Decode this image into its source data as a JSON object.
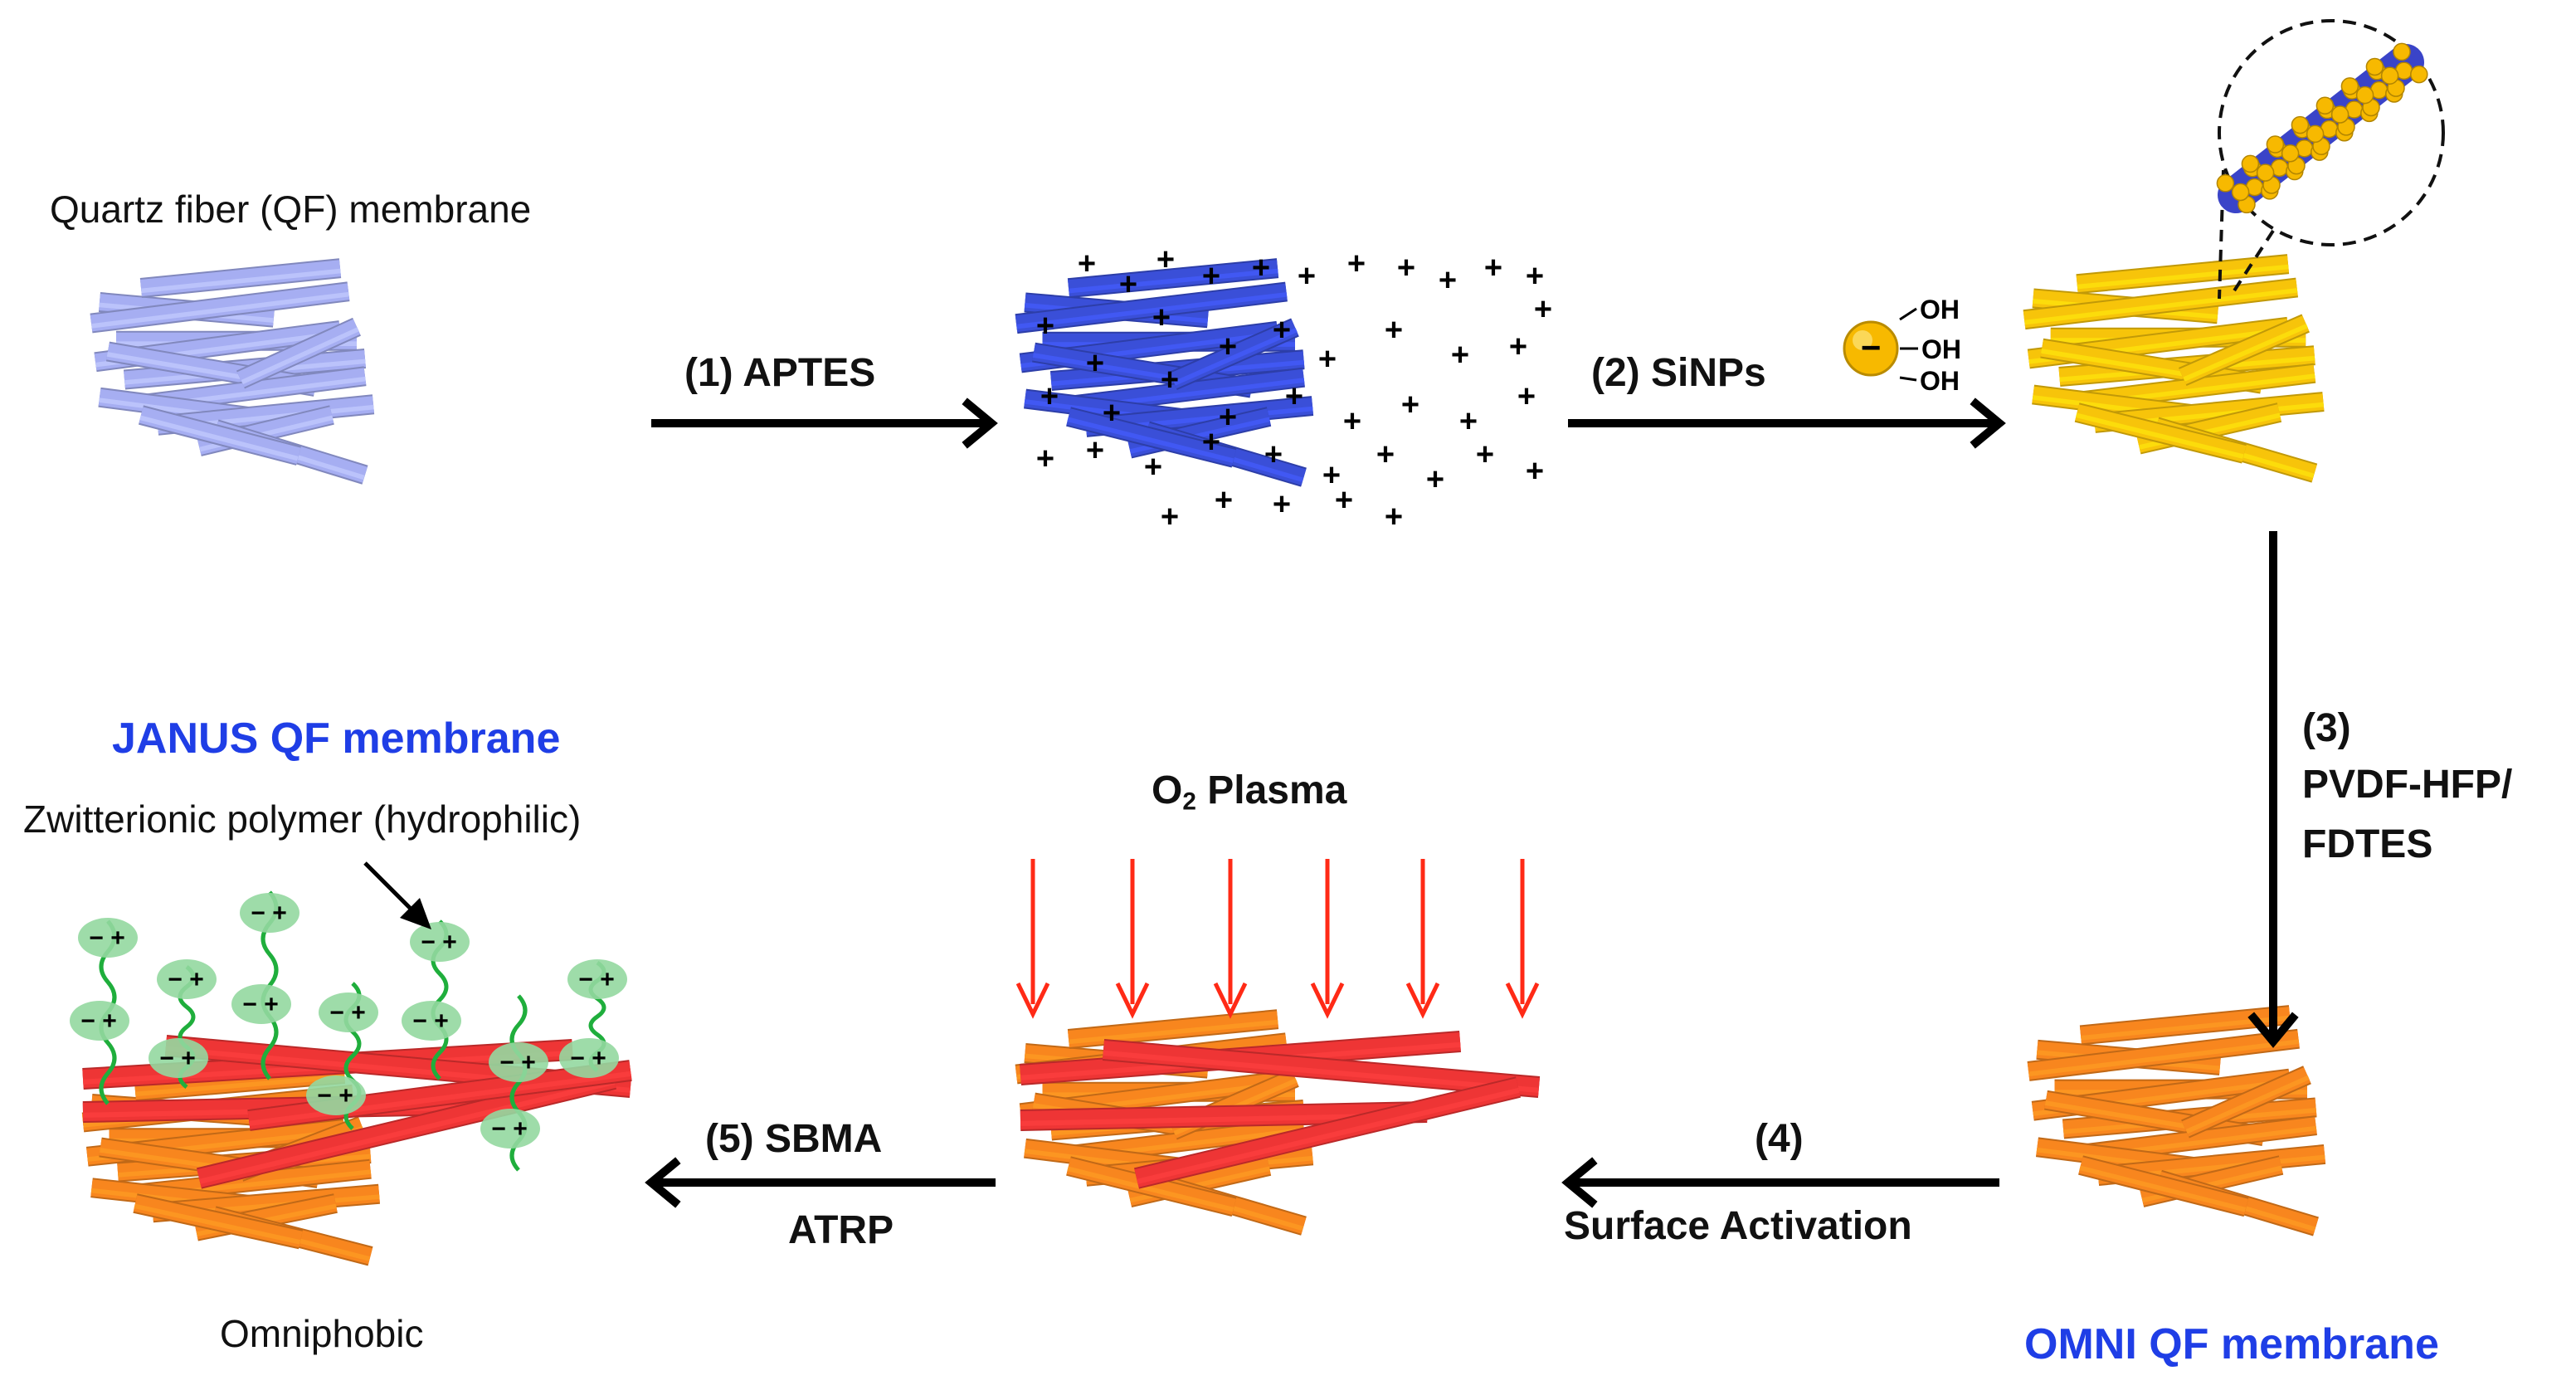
{
  "labels": {
    "qf_membrane": "Quartz fiber (QF) membrane",
    "step1": "(1) APTES",
    "step2": "(2) SiNPs",
    "step3_num": "(3)",
    "step3_line1": "PVDF-HFP/",
    "step3_line2": "FDTES",
    "step4_num": "(4)",
    "step4_text": "Surface Activation",
    "step5": "(5) SBMA",
    "atrp": "ATRP",
    "o2_prefix": "O",
    "o2_sub": "2",
    "o2_suffix": " Plasma",
    "janus": "JANUS QF membrane",
    "zwitterionic": "Zwitterionic polymer (hydrophilic)",
    "omniphobic": "Omniphobic",
    "omni": "OMNI QF membrane",
    "oh": "OH",
    "minus": "−",
    "plus": "+"
  },
  "colors": {
    "qf_fiber": "#a6aef2",
    "aptes_fiber": "#3a4fd8",
    "sinp_fiber": "#f7c40a",
    "omni_fiber": "#f8861e",
    "plasma_fiber": "#ee3535",
    "plasma_arrow": "#ff2a16",
    "polymer": "#1fae3c",
    "ion_ellipse": "#94d8a0",
    "blue_text": "#1f3ee6",
    "nanoparticle": "#f7b900"
  }
}
